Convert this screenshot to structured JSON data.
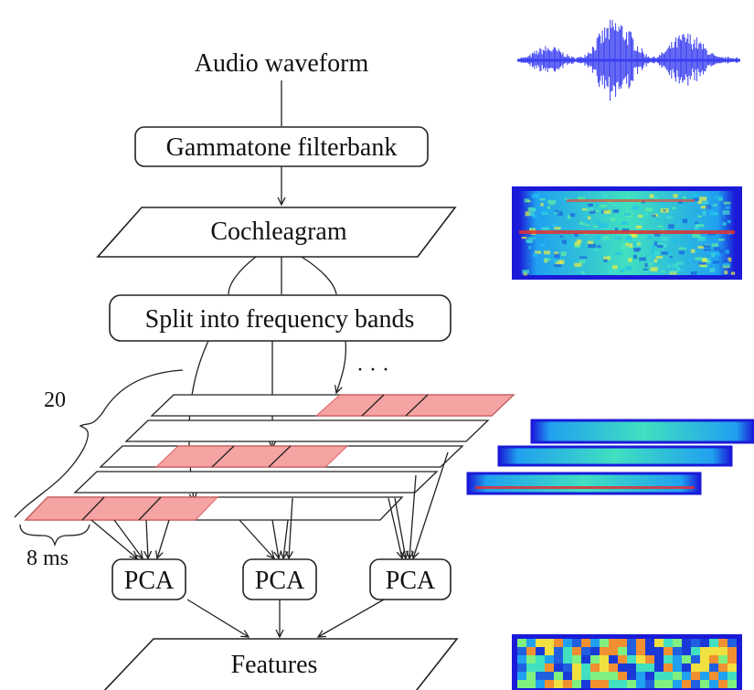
{
  "nodes": {
    "audio_waveform": "Audio waveform",
    "gammatone_filterbank": "Gammatone filterbank",
    "cochleagram": "Cochleagram",
    "split_bands": "Split into frequency bands",
    "pca_1": "PCA",
    "pca_2": "PCA",
    "pca_3": "PCA",
    "features": "Features"
  },
  "annotations": {
    "band_count": "20",
    "frame_duration": "8 ms",
    "ellipsis": "· · ·"
  },
  "colors": {
    "waveform": "#3a3ff0",
    "frame_highlight": "#f49a9a",
    "heatmap_low": "#1a1ad8",
    "heatmap_high": "#e02020"
  },
  "icons": [
    "waveform-image",
    "cochleagram-heatmap-image",
    "band-heatmap-images",
    "features-heatmap-image"
  ]
}
